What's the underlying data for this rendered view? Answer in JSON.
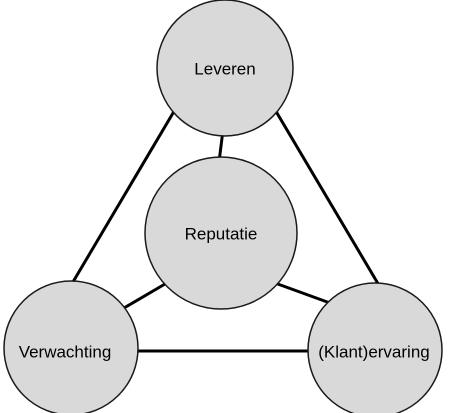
{
  "diagram": {
    "nodes": {
      "top": {
        "label": "Leveren"
      },
      "center": {
        "label": "Reputatie"
      },
      "left": {
        "label": "Verwachting"
      },
      "right": {
        "label": "(Klant)ervaring"
      }
    }
  },
  "colors": {
    "node_fill": "#d9d9d9",
    "node_stroke": "#1a1a1a",
    "edge": "#000000",
    "text": "#000000",
    "background": "#ffffff"
  }
}
